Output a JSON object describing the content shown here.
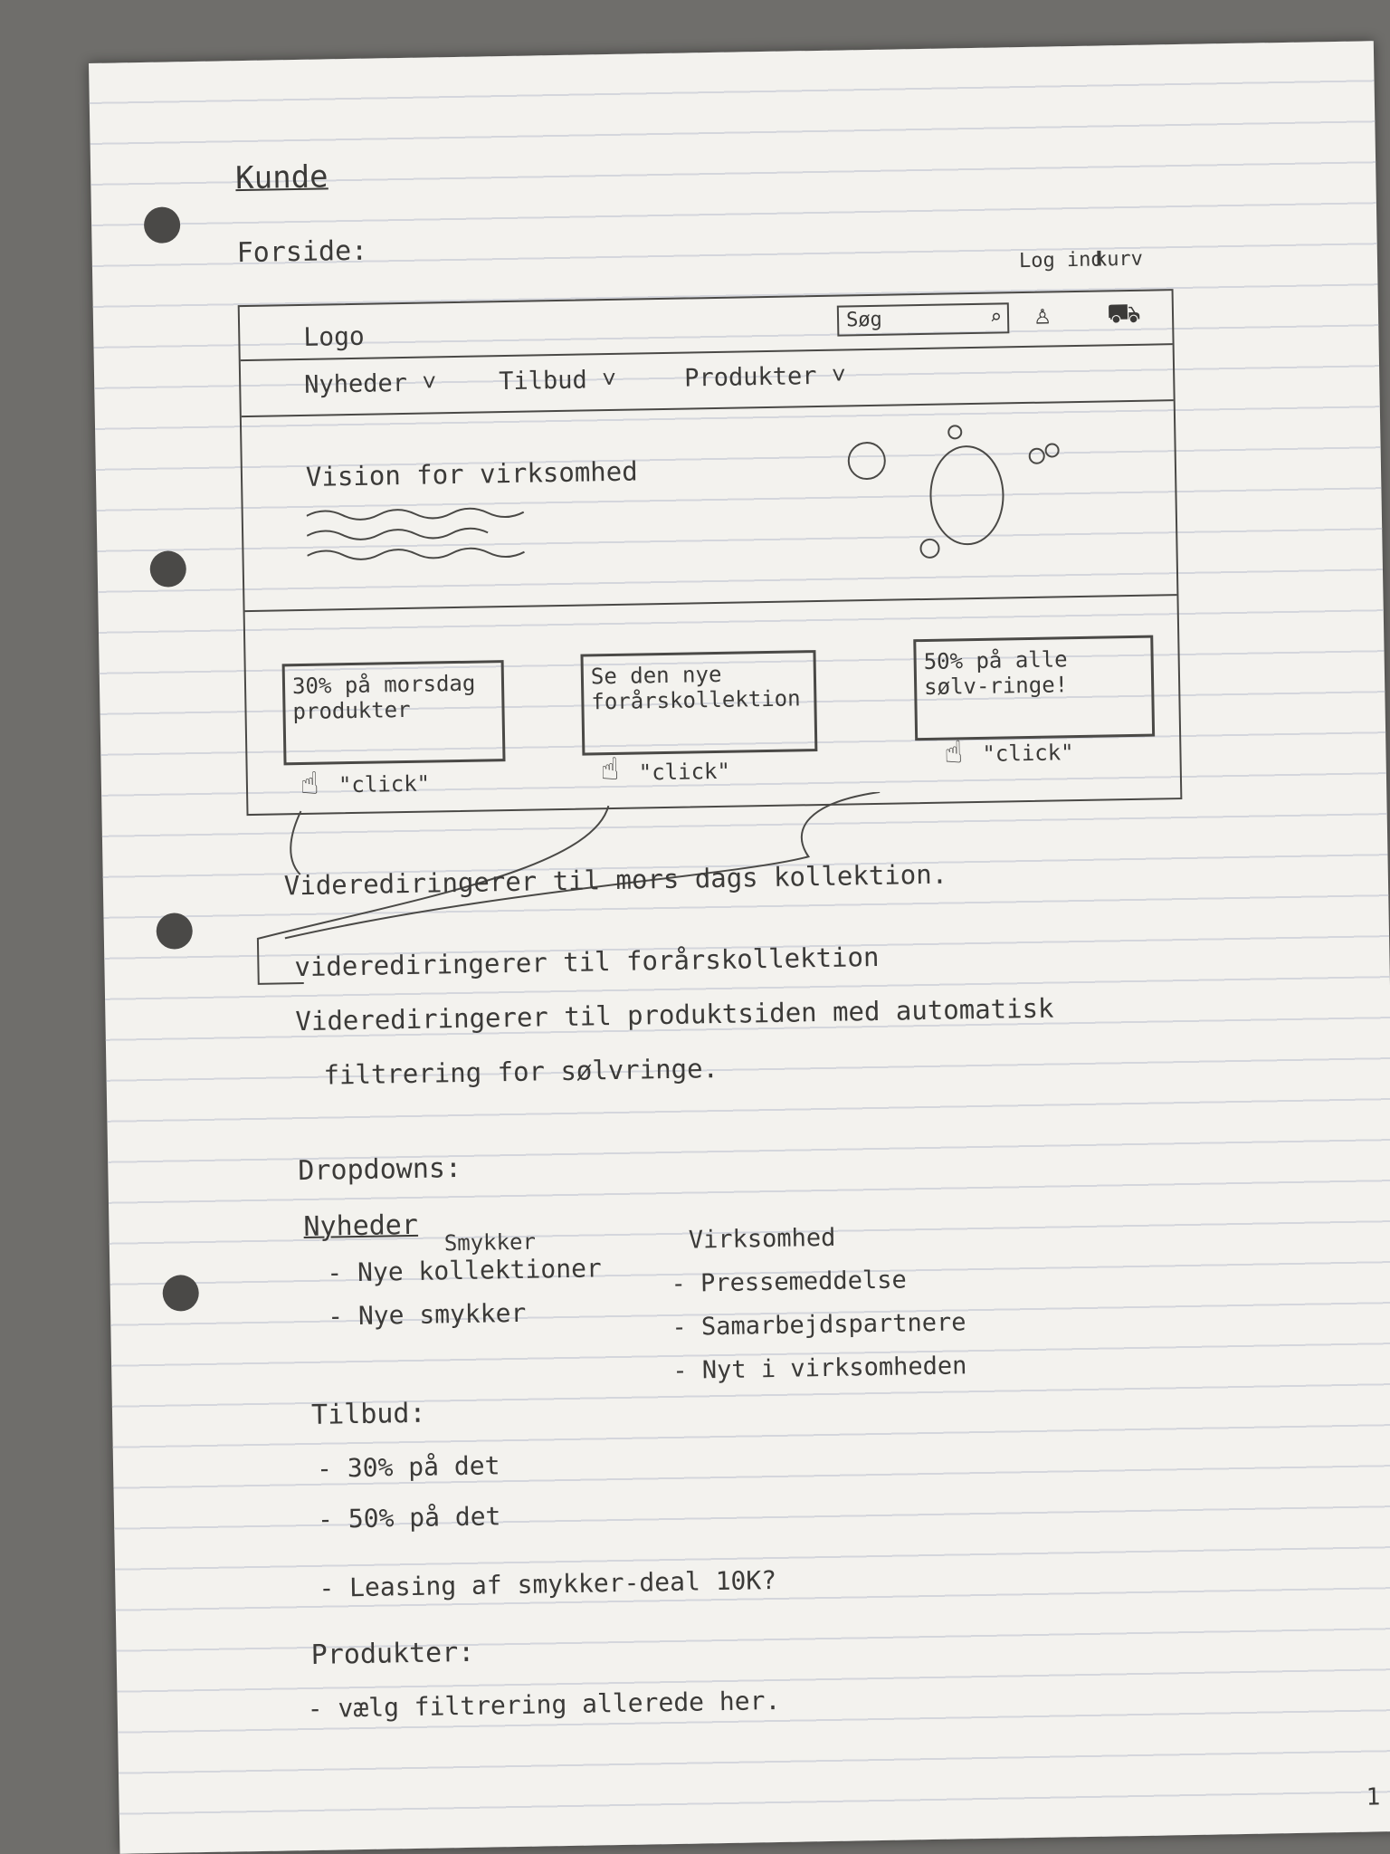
{
  "title": "Kunde",
  "subtitle": "Forside:",
  "header": {
    "login_label": "Log ind",
    "cart_label": "kurv",
    "logo": "Logo",
    "search_placeholder": "Søg"
  },
  "nav": [
    "Nyheder",
    "Tilbud",
    "Produkter"
  ],
  "hero": {
    "vision": "Vision for virksomhed"
  },
  "ctas": [
    {
      "text": "30% på morsdag produkter",
      "click": "\"click\""
    },
    {
      "text": "Se den nye forårskollektion",
      "click": "\"click\""
    },
    {
      "text": "50% på alle sølv-ringe!",
      "click": "\"click\""
    }
  ],
  "redirects": [
    "Viderediringerer til mors dags kollektion.",
    "viderediringerer til forårskollektion",
    "Viderediringerer til produktsiden med automatisk",
    "filtrering for sølvringe."
  ],
  "dropdowns": {
    "heading": "Dropdowns:",
    "nyheder": {
      "title": "Nyheder",
      "items": [
        "- Nye kollektioner",
        "- Nye smykker"
      ],
      "insert": "Smykker"
    },
    "virksomhed": {
      "title": "Virksomhed",
      "items": [
        "- Pressemeddelse",
        "- Samarbejdspartnere",
        "- Nyt i virksomheden"
      ]
    },
    "tilbud": {
      "title": "Tilbud:",
      "items": [
        "- 30% på det",
        "- 50% på det",
        "- Leasing af smykker-deal 10K?"
      ]
    },
    "produkter": {
      "title": "Produkter:",
      "items": [
        "- vælg filtrering allerede her."
      ]
    }
  },
  "page_number": "1"
}
